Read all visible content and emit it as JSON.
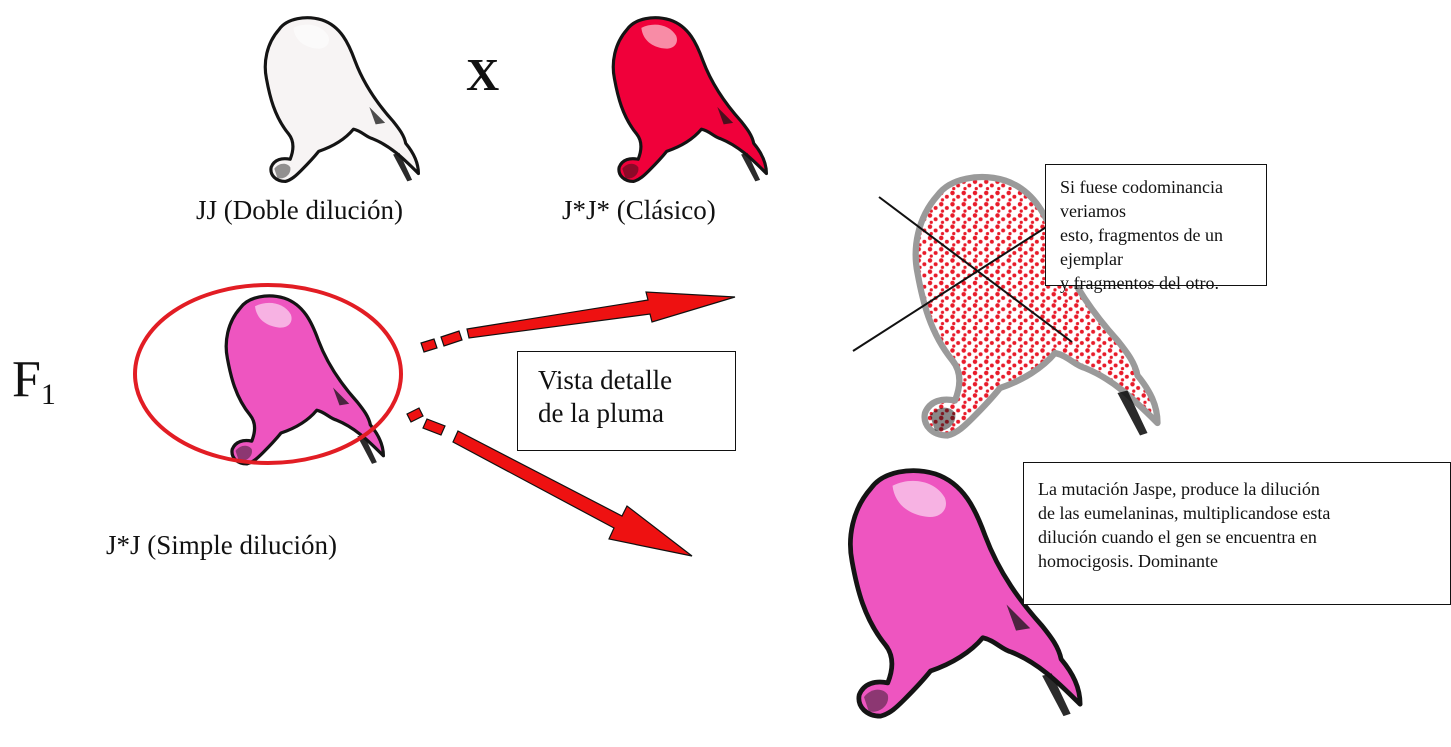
{
  "parents": {
    "left_label": "JJ (Doble dilución)",
    "cross_symbol": "X",
    "right_label": "J*J* (Clásico)"
  },
  "generation": {
    "letter": "F",
    "index": "1",
    "offspring_label": "J*J (Simple dilución)"
  },
  "detail_box": {
    "line1": "Vista detalle",
    "line2": "de la pluma"
  },
  "codominance_note": {
    "line1": "Si fuese codominancia veriamos",
    "line2": "esto, fragmentos de un ejemplar",
    "line3": "y fragmentos del otro."
  },
  "mutation_note": {
    "line1": "La mutación Jaspe, produce la dilución",
    "line2": "de las eumelaninas, multiplicandose esta",
    "line3": "dilución cuando el gen se encuentra en",
    "line4": "homocigosis. Dominante"
  },
  "colors": {
    "white_bird": "#f7f4f4",
    "red_bird": "#f0003a",
    "pink_bird": "#ee55c0",
    "speckle": "#e81b2a",
    "arrow": "#ee1111",
    "ellipse": "#e21d24"
  }
}
